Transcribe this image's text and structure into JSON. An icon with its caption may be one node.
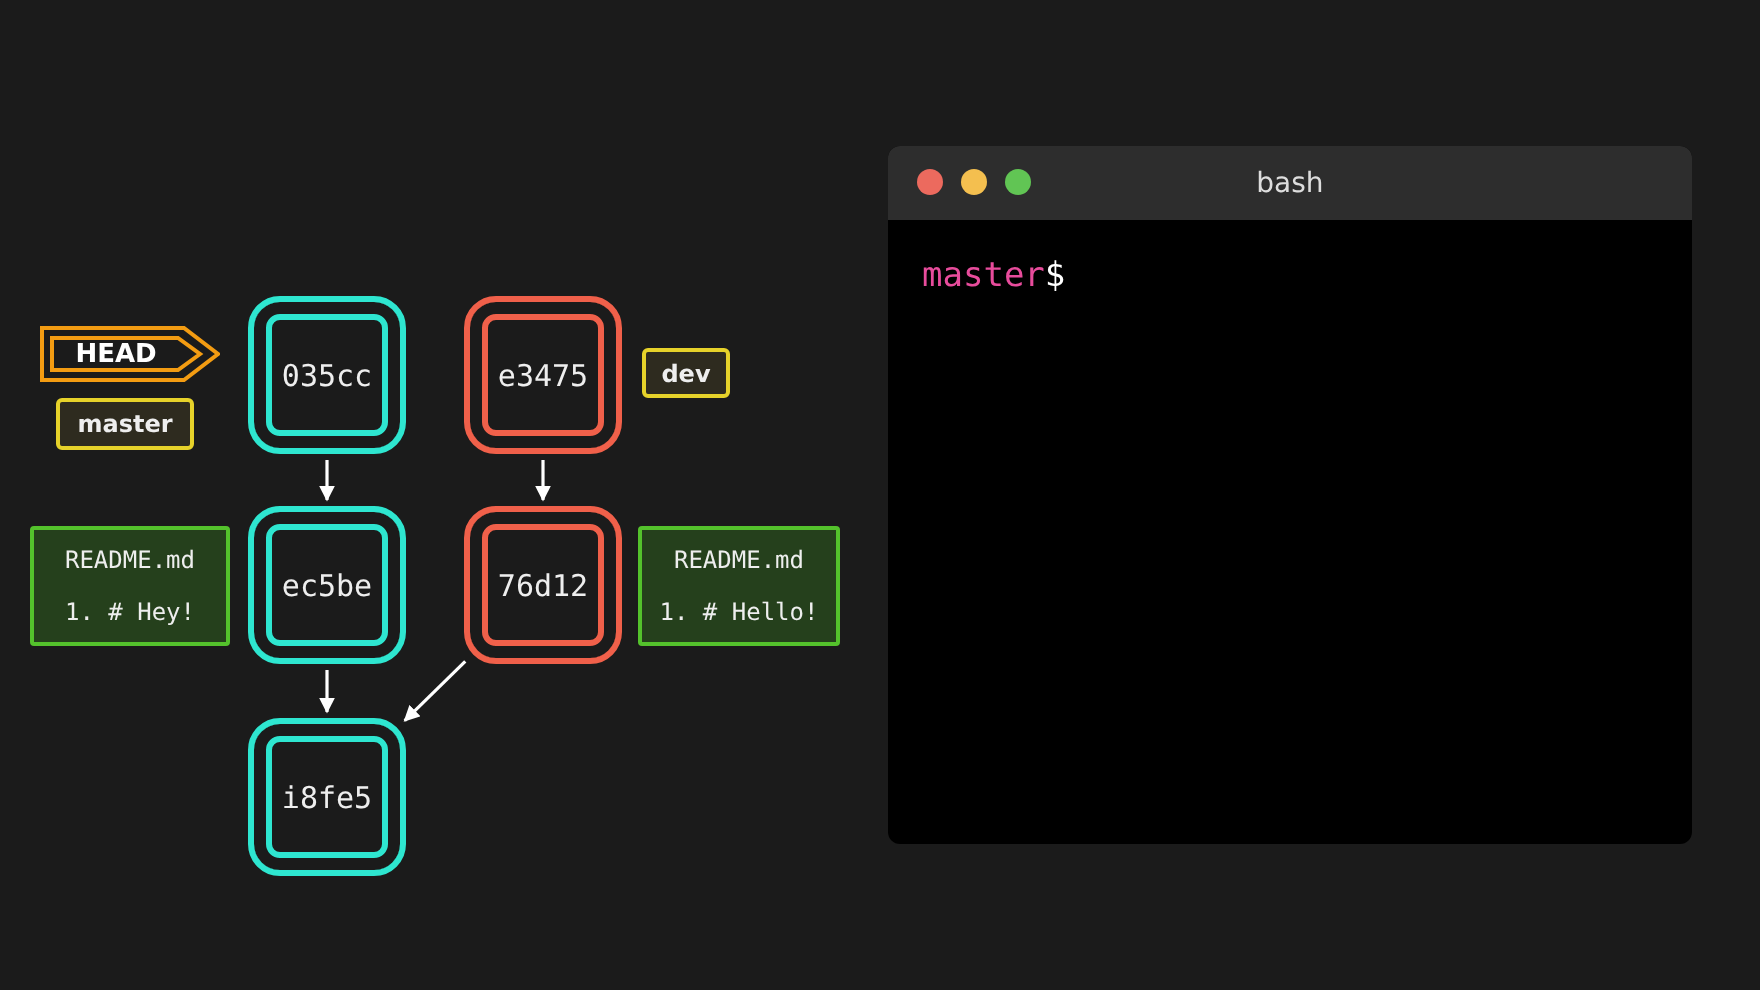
{
  "diagram": {
    "nodes": [
      {
        "text": [
          "HEAD"
        ]
      },
      {
        "text": [
          "master"
        ]
      },
      {
        "text": [
          "035cc"
        ]
      },
      {
        "text": [
          "e3475"
        ]
      },
      {
        "text": [
          "dev"
        ]
      },
      {
        "text": [
          "README.md",
          "1. # Hey!"
        ]
      },
      {
        "text": [
          "ec5be"
        ]
      },
      {
        "text": [
          "76d12"
        ]
      },
      {
        "text": [
          "README.md",
          "1. # Hello!"
        ]
      },
      {
        "text": [
          "i8fe5"
        ]
      },
      {
        "text": [
          "bash",
          "master$"
        ]
      }
    ],
    "edges": [
      {
        "from": 2,
        "to": 6,
        "arrow": "to"
      },
      {
        "from": 3,
        "to": 7,
        "arrow": "to"
      },
      {
        "from": 6,
        "to": 9,
        "arrow": "to"
      },
      {
        "from": 7,
        "to": 9,
        "arrow": "to"
      }
    ]
  }
}
